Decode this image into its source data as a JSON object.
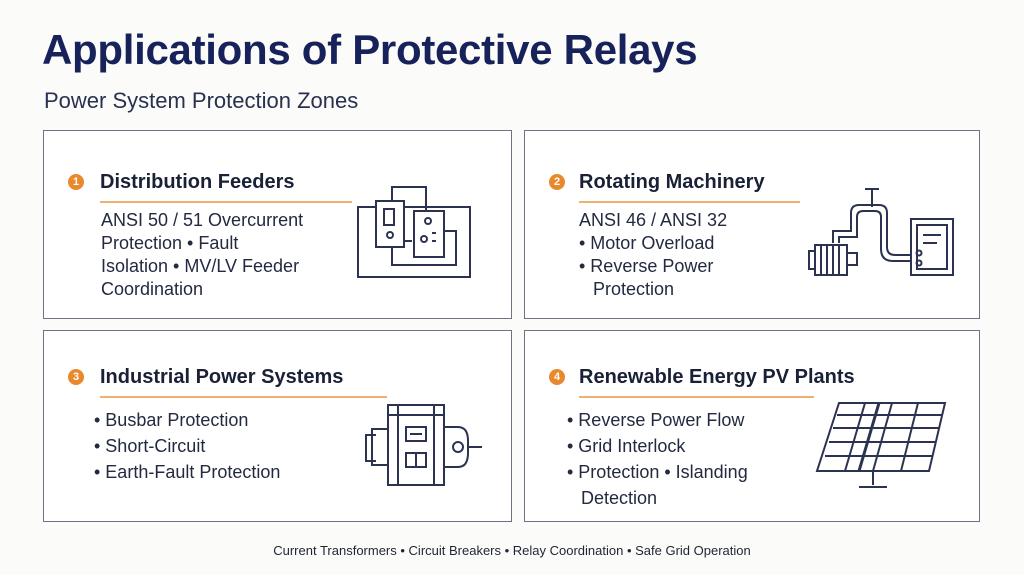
{
  "header": {
    "title": "Applications of Protective Relays",
    "subtitle": "Power System Protection Zones"
  },
  "cards": [
    {
      "number": "1",
      "title": "Distribution Feeders",
      "lines": [
        "ANSI 50 / 51 Overcurrent",
        "Protection • Fault",
        "Isolation • MV/LV Feeder",
        "Coordination"
      ],
      "icon": "relay-panel-icon"
    },
    {
      "number": "2",
      "title": "Rotating Machinery",
      "lines": [
        "ANSI 46 / ANSI 32",
        "• Motor Overload",
        "• Reverse Power",
        "  Protection"
      ],
      "icon": "motor-relay-icon"
    },
    {
      "number": "3",
      "title": "Industrial Power Systems",
      "lines": [
        "• Busbar Protection",
        "• Short-Circuit",
        "• Earth-Fault Protection"
      ],
      "icon": "busbar-breaker-icon"
    },
    {
      "number": "4",
      "title": "Renewable Energy PV Plants",
      "lines": [
        "• Reverse Power Flow",
        "• Grid Interlock",
        "• Protection • Islanding",
        "  Detection"
      ],
      "icon": "solar-panel-icon"
    }
  ],
  "footer": {
    "text": "Current Transformers • Circuit Breakers • Relay Coordination • Safe Grid Operation"
  },
  "colors": {
    "title": "#17215a",
    "accent": "#e8892b",
    "border": "#6d7384"
  }
}
